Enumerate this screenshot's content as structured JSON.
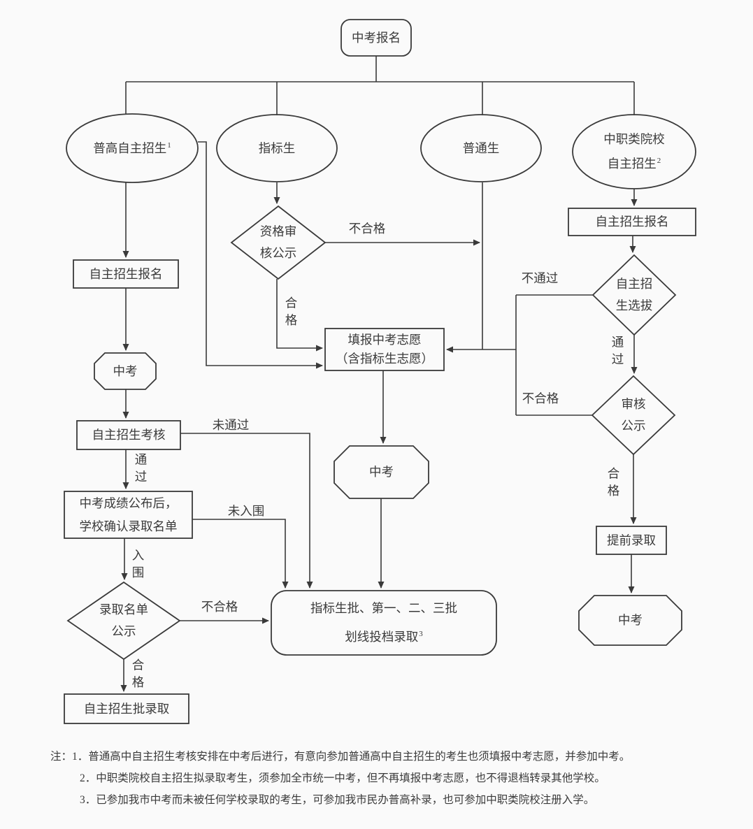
{
  "nodes": {
    "start": "中考报名",
    "ellipse_pugao": "普高自主招生",
    "ellipse_pugao_sup": "1",
    "ellipse_zhibiao": "指标生",
    "ellipse_putong": "普通生",
    "ellipse_zhongzhi_line1": "中职类院校",
    "ellipse_zhongzhi_line2": "自主招生",
    "ellipse_zhongzhi_sup": "2",
    "left_baoming": "自主招生报名",
    "left_zhongkao": "中考",
    "kaohe": "自主招生考核",
    "chengji_line1": "中考成绩公布后，",
    "chengji_line2": "学校确认录取名单",
    "luqu_diamond_line1": "录取名单",
    "luqu_diamond_line2": "公示",
    "zizhu_pilu": "自主招生批录取",
    "zige_diamond_line1": "资格审",
    "zige_diamond_line2": "核公示",
    "tianbao_line1": "填报中考志愿",
    "tianbao_line2": "（含指标生志愿）",
    "mid_zhongkao": "中考",
    "zhixian_line1": "指标生批、第一、二、三批",
    "zhixian_line2": "划线投档录取",
    "zhixian_sup": "3",
    "right_baoming": "自主招生报名",
    "xuanba_diamond_line1": "自主招",
    "xuanba_diamond_line2": "生选拔",
    "shenhe_diamond_line1": "审核",
    "shenhe_diamond_line2": "公示",
    "tiqian": "提前录取",
    "right_zhongkao": "中考"
  },
  "edge_labels": {
    "zige_fail": "不合格",
    "zige_pass": "合格",
    "kaohe_fail": "未通过",
    "kaohe_pass": "通过",
    "chengji_fail": "未入围",
    "chengji_pass": "入围",
    "luqu_fail": "不合格",
    "luqu_pass": "合格",
    "xuanba_fail": "不通过",
    "xuanba_pass": "通过",
    "shenhe_fail": "不合格",
    "shenhe_pass": "合格"
  },
  "notes": {
    "prefix": "注：",
    "note1": "1．普通高中自主招生考核安排在中考后进行，有意向参加普通高中自主招生的考生也须填报中考志愿，并参加中考。",
    "note2": "2．中职类院校自主招生拟录取考生，须参加全市统一中考，但不再填报中考志愿，也不得退档转录其他学校。",
    "note3": "3．已参加我市中考而未被任何学校录取的考生，可参加我市民办普高补录，也可参加中职类院校注册入学。"
  },
  "colors": {
    "line": "#3a3a3a",
    "text": "#3a3a3a",
    "background": "#fafafa"
  }
}
